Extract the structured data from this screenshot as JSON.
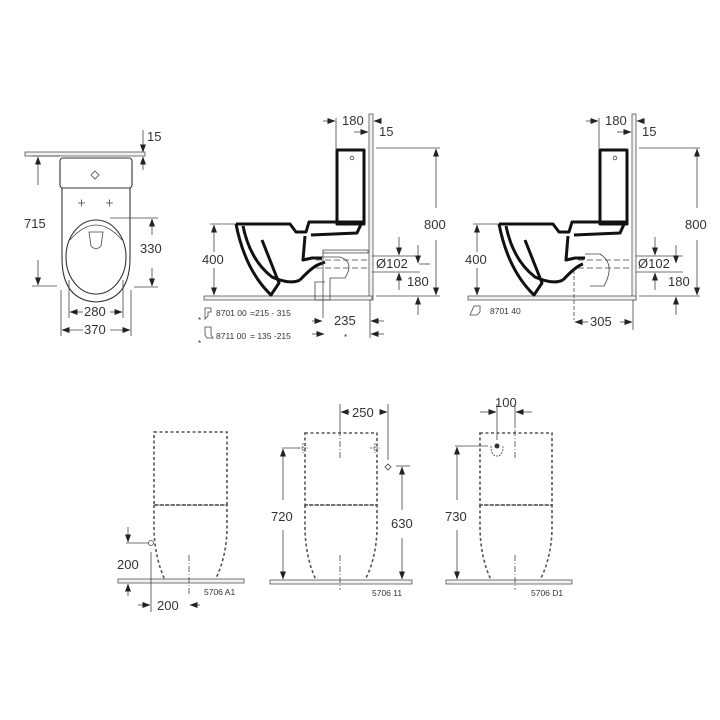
{
  "drawing": {
    "type": "toilet dimension drawing",
    "units": "mm"
  },
  "top_view": {
    "dims": {
      "wall_gap": "15",
      "depth": "715",
      "seat_depth": "330",
      "seat_width": "280",
      "total_width": "370"
    }
  },
  "side_view_1": {
    "dims": {
      "tank_depth": "180",
      "wall_gap": "15",
      "total_height": "800",
      "seat_height": "400",
      "outlet_diameter": "Ø102",
      "outlet_height": "180",
      "outlet_distance": "235",
      "asterisk": "*"
    },
    "fittings": [
      {
        "marker": "*",
        "code": "8701 00",
        "range": "=215 - 315"
      },
      {
        "marker": "*",
        "code": "8711 00",
        "range": "= 135 -215"
      }
    ]
  },
  "side_view_2": {
    "dims": {
      "tank_depth": "180",
      "wall_gap": "15",
      "total_height": "800",
      "seat_height": "400",
      "outlet_diameter": "Ø102",
      "outlet_height": "180",
      "outlet_distance": "305"
    },
    "fittings": [
      {
        "code": "8701 40"
      }
    ]
  },
  "rear_views": [
    {
      "model": "5706 A1",
      "dims": {
        "inlet_height": "200",
        "inlet_offset": "200"
      }
    },
    {
      "model": "5706 11",
      "dims": {
        "inlet_offset": "250",
        "fixing_height": "720",
        "inlet_height": "630"
      }
    },
    {
      "model": "5706 D1",
      "dims": {
        "inlet_offset": "100",
        "inlet_height": "730"
      }
    }
  ]
}
